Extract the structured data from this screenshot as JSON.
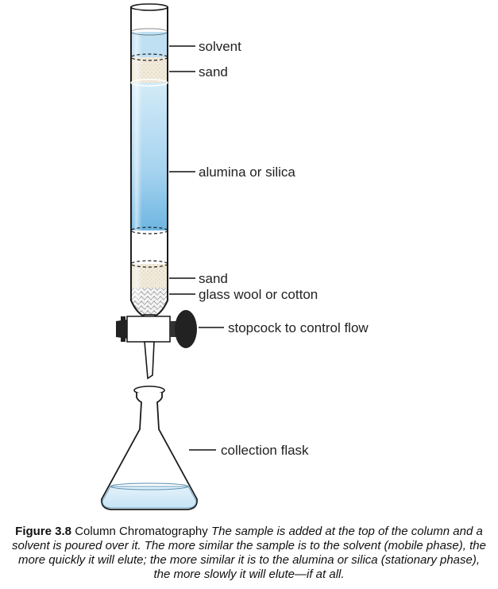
{
  "labels": {
    "solvent": "solvent",
    "sand_top": "sand",
    "alumina": "alumina or silica",
    "sand_bottom": "sand",
    "glass_wool": "glass wool or cotton",
    "stopcock": "stopcock to control flow",
    "flask": "collection flask"
  },
  "caption": {
    "number": "Figure 3.8",
    "title": "Column Chromatography",
    "text": "The sample is added at the top of the column and a solvent is poured over it. The more similar the sample is to the solvent (mobile phase), the more quickly it will elute; the more similar it is to the alumina or silica (stationary phase), the more slowly it will elute—if at all."
  },
  "colors": {
    "solvent": "#bfe0f3",
    "silica_top": "#cfe8f6",
    "silica_bottom": "#7fc0e6",
    "sand": "#efe6d6",
    "outline": "#1a1a1a",
    "stopcock": "#222222"
  }
}
